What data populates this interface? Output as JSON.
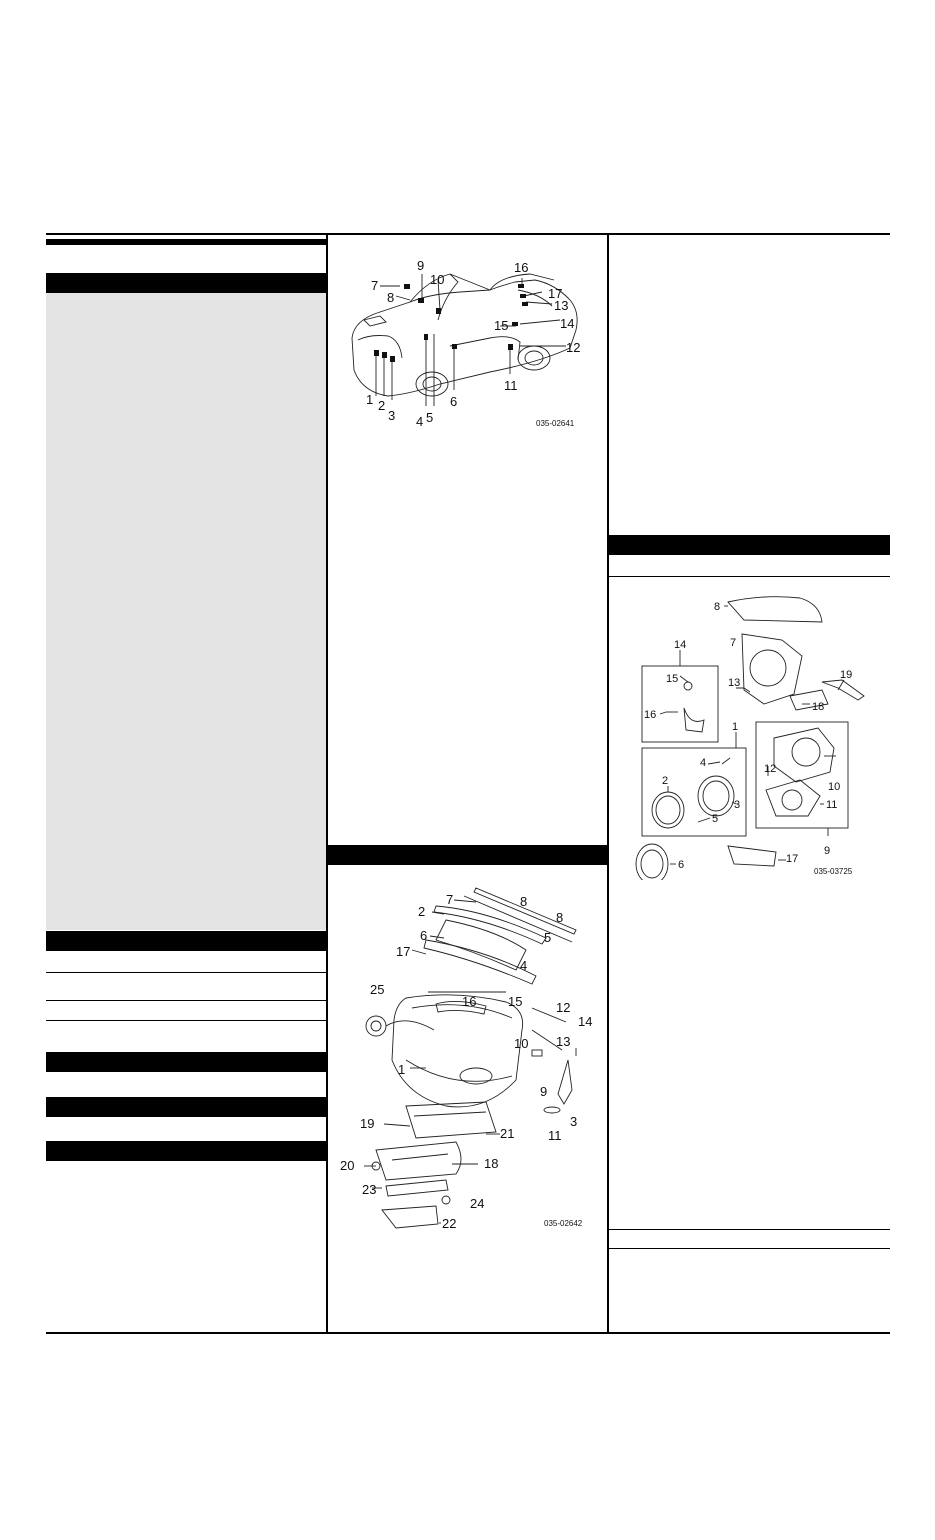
{
  "page": {
    "background": "#ffffff",
    "accent": "#000000",
    "panel_gray": "#e4e4e4"
  },
  "figure_top": {
    "code": "035-02641",
    "callouts": [
      "1",
      "2",
      "3",
      "4",
      "5",
      "6",
      "7",
      "8",
      "9",
      "10",
      "11",
      "12",
      "13",
      "14",
      "15",
      "16",
      "17"
    ]
  },
  "figure_bottom_mid": {
    "code": "035-02642",
    "callouts": [
      "1",
      "2",
      "3",
      "4",
      "5",
      "6",
      "7",
      "8",
      "8",
      "9",
      "10",
      "11",
      "12",
      "13",
      "14",
      "15",
      "16",
      "17",
      "18",
      "19",
      "20",
      "21",
      "22",
      "23",
      "24",
      "25"
    ]
  },
  "figure_right": {
    "code": "035-03725",
    "callouts": [
      "1",
      "2",
      "3",
      "4",
      "5",
      "6",
      "7",
      "8",
      "9",
      "10",
      "11",
      "12",
      "13",
      "14",
      "15",
      "16",
      "17",
      "18",
      "19"
    ]
  }
}
